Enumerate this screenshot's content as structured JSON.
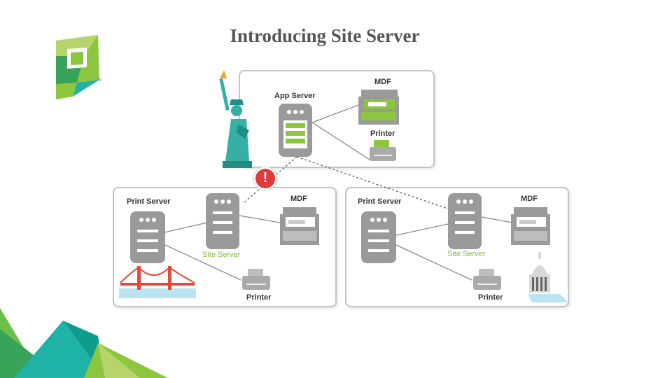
{
  "slide": {
    "title": "Introducing Site Server",
    "trademark": "TM"
  },
  "hq_panel": {
    "app_server_label": "App Server",
    "mdf_label": "MDF",
    "printer_label": "Printer"
  },
  "left_panel": {
    "print_server_label": "Print Server",
    "site_server_label": "Site Server",
    "mdf_label": "MDF",
    "printer_label": "Printer"
  },
  "right_panel": {
    "print_server_label": "Print Server",
    "site_server_label": "Site Server",
    "mdf_label": "MDF",
    "printer_label": "Printer"
  },
  "alert": {
    "symbol": "!"
  },
  "colors": {
    "brand_green": "#8cc63f",
    "brand_teal": "#1fb3a7",
    "server_gray": "#9a9a9a",
    "alert_red": "#e03a3a",
    "site_green": "#8cb43f"
  }
}
